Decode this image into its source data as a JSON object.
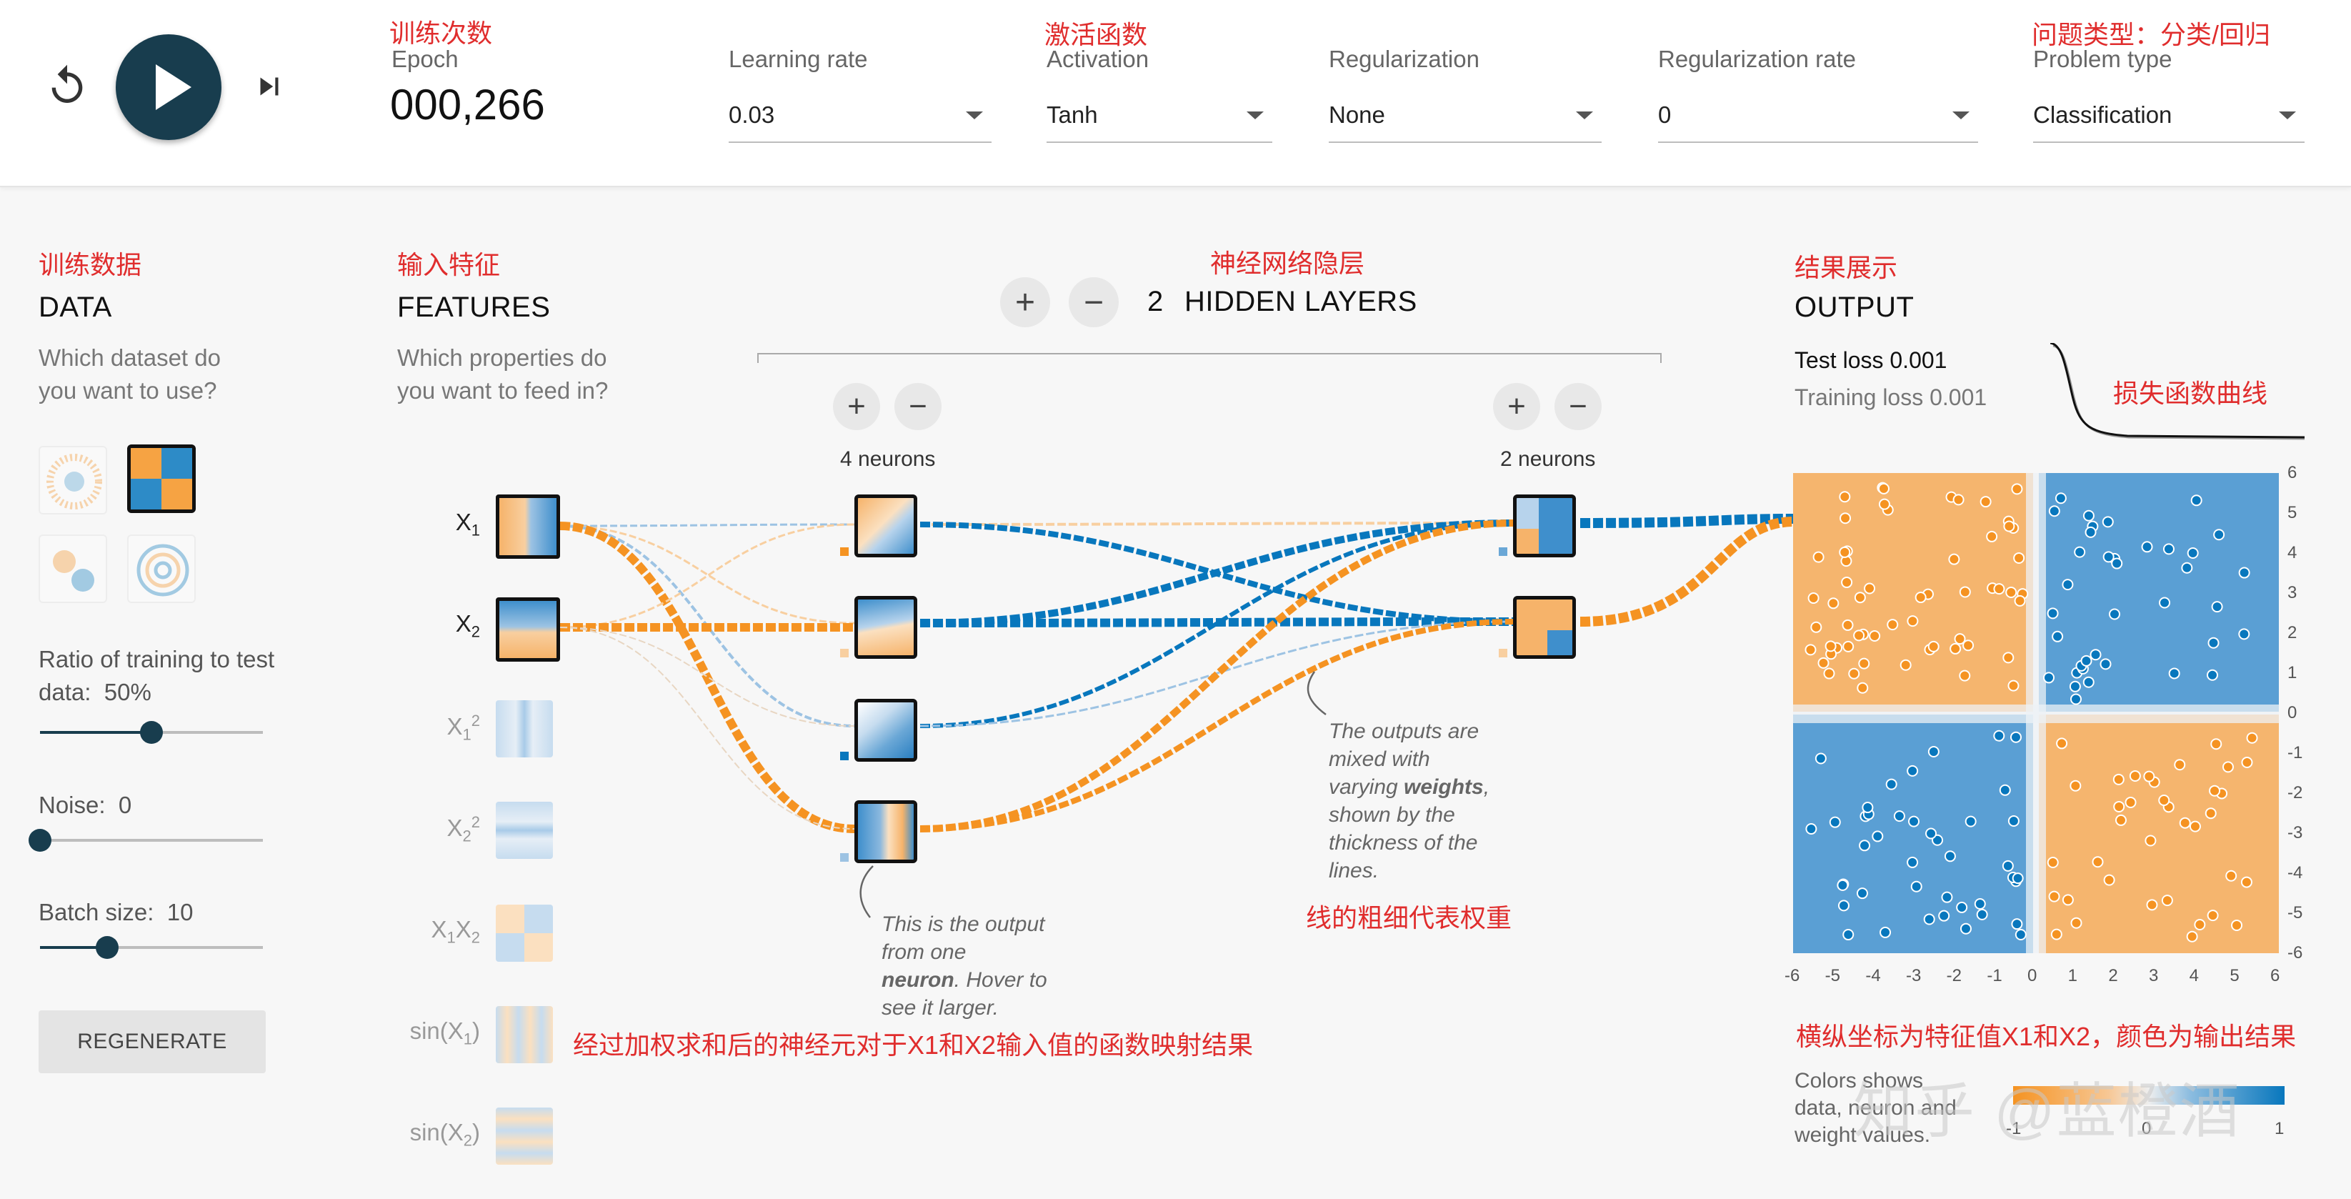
{
  "annotations": {
    "epoch_cn": "训练次数",
    "activation_cn": "激活函数",
    "problem_cn": "问题类型：分类/回归",
    "data_cn": "训练数据",
    "features_cn": "输入特征",
    "hidden_cn": "神经网络隐层",
    "output_cn": "结果展示",
    "loss_curve_cn": "损失函数曲线",
    "weights_cn": "线的粗细代表权重",
    "neuron_map_cn": "经过加权求和后的神经元对于X1和X2输入值的函数映射结果",
    "axes_cn": "横纵坐标为特征值X1和X2，颜色为输出结果",
    "watermark": "知乎 @蓝橙酒"
  },
  "controls": {
    "epoch_label": "Epoch",
    "epoch_value": "000,266",
    "learning_rate_label": "Learning rate",
    "learning_rate_value": "0.03",
    "activation_label": "Activation",
    "activation_value": "Tanh",
    "regularization_label": "Regularization",
    "regularization_value": "None",
    "regularization_rate_label": "Regularization rate",
    "regularization_rate_value": "0",
    "problem_type_label": "Problem type",
    "problem_type_value": "Classification"
  },
  "data_panel": {
    "title": "DATA",
    "question": "Which dataset do you want to use?",
    "ratio_label": "Ratio of training to test data:",
    "ratio_value": "50%",
    "ratio_fraction": 0.5,
    "noise_label": "Noise:",
    "noise_value": "0",
    "noise_fraction": 0,
    "batch_label": "Batch size:",
    "batch_value": "10",
    "batch_fraction": 0.3,
    "regenerate_label": "REGENERATE"
  },
  "features_panel": {
    "title": "FEATURES",
    "question": "Which properties do you want to feed in?"
  },
  "network": {
    "hidden_count": "2",
    "hidden_label": "HIDDEN LAYERS",
    "layer1_neurons": "4 neurons",
    "layer2_neurons": "2 neurons",
    "note_output_1": "This is the output",
    "note_output_2": "from one",
    "note_output_3": "neuron",
    "note_output_4": ". Hover to",
    "note_output_5": "see it larger.",
    "note_weights_1": "The outputs are",
    "note_weights_2": "mixed with",
    "note_weights_3": "varying ",
    "note_weights_4": "weights",
    "note_weights_5": ",",
    "note_weights_6": "shown by the",
    "note_weights_7": "thickness of the",
    "note_weights_8": "lines."
  },
  "output_panel": {
    "title": "OUTPUT",
    "test_loss": "Test loss 0.001",
    "training_loss": "Training loss 0.001",
    "x_ticks": [
      "-6",
      "-5",
      "-4",
      "-3",
      "-2",
      "-1",
      "0",
      "1",
      "2",
      "3",
      "4",
      "5",
      "6"
    ],
    "y_ticks": [
      "6",
      "5",
      "4",
      "3",
      "2",
      "1",
      "0",
      "-1",
      "-2",
      "-3",
      "-4",
      "-5",
      "-6"
    ],
    "legend_text_1": "Colors shows",
    "legend_text_2": "data, neuron and",
    "legend_text_3": "weight values.",
    "legend_min": "-1",
    "legend_mid": "0",
    "legend_max": "1"
  },
  "colors": {
    "orange": "#f59322",
    "blue": "#0877bd",
    "dark": "#183d4e",
    "annotation_red": "#e02d2d"
  }
}
